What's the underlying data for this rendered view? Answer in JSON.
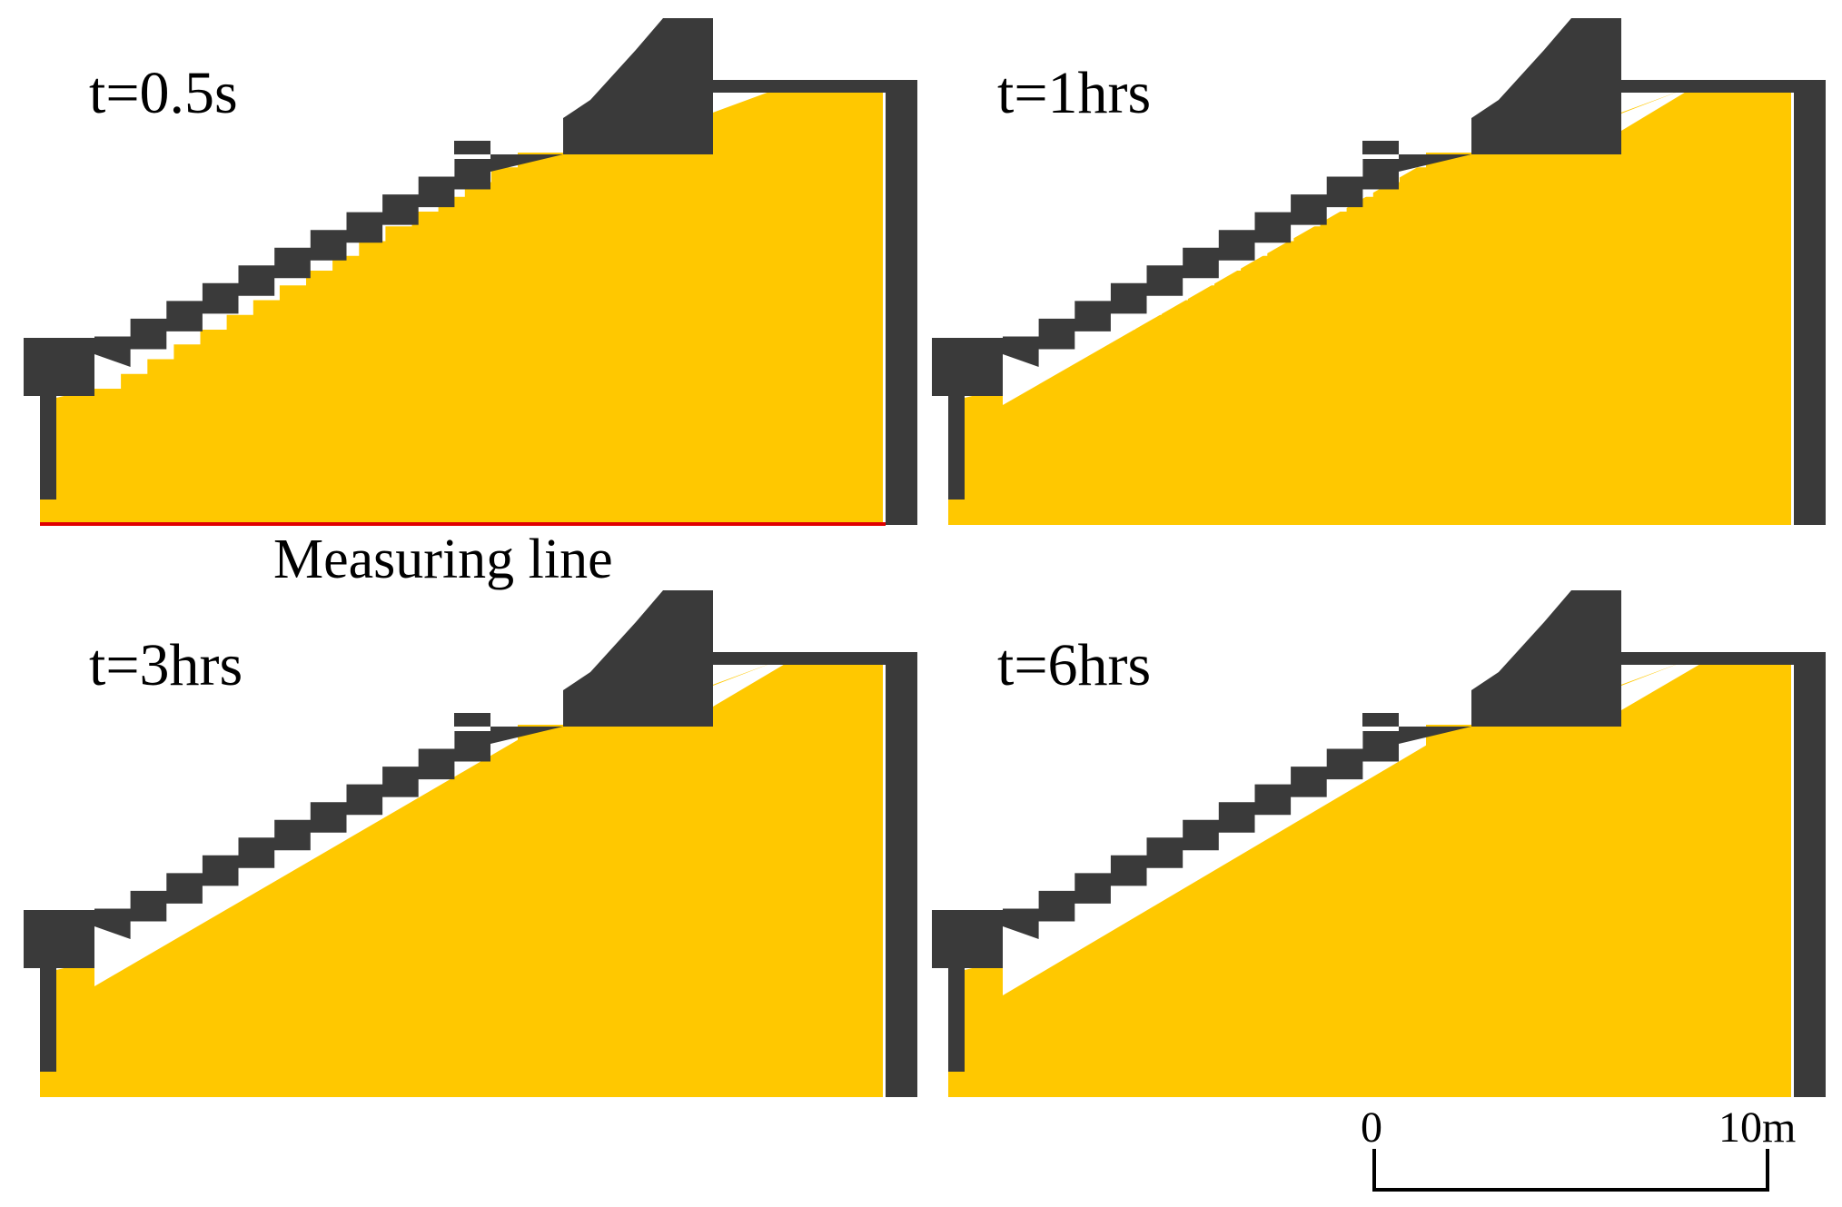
{
  "panels": [
    {
      "label": "t=0.5s",
      "gap_level": 0
    },
    {
      "label": "t=1hrs",
      "gap_level": 1
    },
    {
      "label": "t=3hrs",
      "gap_level": 2
    },
    {
      "label": "t=6hrs",
      "gap_level": 3
    }
  ],
  "measuring_line_label": "Measuring line",
  "scale_bar": {
    "start_label": "0",
    "end_label": "10m"
  },
  "colors": {
    "soil": "#FFC800",
    "structure": "#3A3A3A",
    "gap": "#FFFFFF",
    "measuring_line": "#E00000"
  }
}
